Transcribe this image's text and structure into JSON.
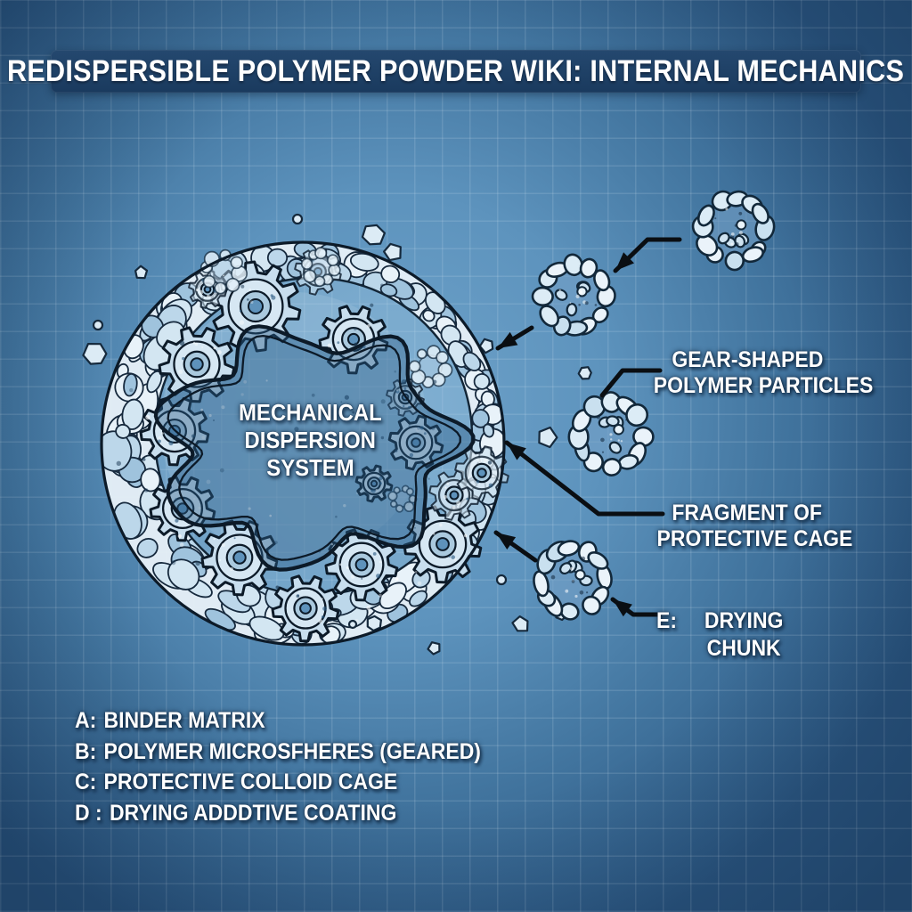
{
  "title": "REDISPERSIBLE POLYMER POWDER WIKI: INTERNAL MECHANICS",
  "diagram": {
    "center_label": [
      "MECHANICAL",
      "DISPERSION",
      "SYSTEM"
    ],
    "callouts": {
      "gear_particles": {
        "line1": "GEAR-SHAPED",
        "line2": "POLYMER PARTICLES"
      },
      "cage_fragment": {
        "line1": "FRAGMENT OF",
        "line2": "PROTECTIVE CAGE"
      },
      "drying_chunk": {
        "key": "E:",
        "line1": "DRYING",
        "line2": "CHUNK"
      }
    }
  },
  "legend": {
    "items": [
      {
        "key": "A:",
        "label": "BINDER MATRIX"
      },
      {
        "key": "B:",
        "label": "POLYMER MICROSFHERES (GEARED)"
      },
      {
        "key": "C:",
        "label": "PROTECTIVE COLLOID CAGE"
      },
      {
        "key": "D :",
        "label": "DRYING ADDDTIVE COATING"
      }
    ]
  },
  "colors": {
    "background_dark": "#2a5580",
    "background_light": "#6fa3ca",
    "line_dark": "#0c1a28",
    "banner": "#1d3e63",
    "text": "#ffffff",
    "band_mortar": "#e8f1f8",
    "cell_fill": "#bcd7ea",
    "gear_fill": "#c8deee",
    "particle_fill": "#dcecf6",
    "arrow": "#0a0e12"
  }
}
